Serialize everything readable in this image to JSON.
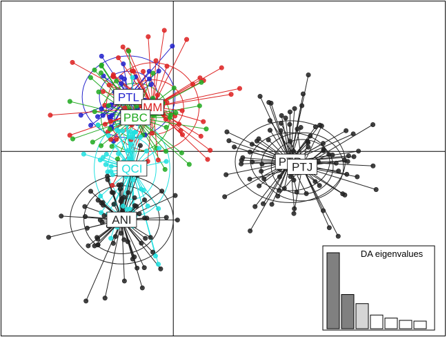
{
  "chart_data": {
    "type": "scatter",
    "axes": {
      "crosshair_x": 0,
      "crosshair_y": 0,
      "xlim": [
        -5.0,
        7.9
      ],
      "ylim": [
        -5.4,
        4.4
      ],
      "grid": false
    },
    "groups": [
      {
        "label": "PTL",
        "color": "#2222cc",
        "centroid": [
          -1.3,
          1.6
        ],
        "spread": [
          0.55,
          0.75
        ],
        "n": 45,
        "ellipse_inner": [
          0.85,
          0.75
        ],
        "ellipse_outer": [
          1.35,
          1.2
        ],
        "seed": 11
      },
      {
        "label": "MM",
        "color": "#dd2222",
        "centroid": [
          -0.6,
          1.3
        ],
        "spread": [
          1.1,
          0.9
        ],
        "n": 55,
        "ellipse_inner": [
          0.9,
          0.8
        ],
        "ellipse_outer": [
          1.35,
          1.3
        ],
        "seed": 23
      },
      {
        "label": "PBC",
        "color": "#22aa22",
        "centroid": [
          -1.1,
          1.0
        ],
        "spread": [
          0.9,
          0.8
        ],
        "n": 40,
        "ellipse_inner": [
          0.6,
          0.6
        ],
        "ellipse_outer": [
          1.0,
          1.0
        ],
        "seed": 37
      },
      {
        "label": "QCI",
        "color": "#22e0e0",
        "centroid": [
          -1.2,
          -0.5
        ],
        "spread": [
          0.6,
          1.1
        ],
        "n": 55,
        "ellipse_inner": [
          0.7,
          0.9
        ],
        "ellipse_outer": [
          1.1,
          1.4
        ],
        "seed": 41
      },
      {
        "label": "ANI",
        "color": "#222222",
        "centroid": [
          -1.5,
          -2.0
        ],
        "spread": [
          0.8,
          1.0
        ],
        "n": 70,
        "ellipse_inner": [
          1.1,
          1.0
        ],
        "ellipse_outer": [
          1.5,
          1.3
        ],
        "seed": 53
      },
      {
        "label": "PTR",
        "color": "#222222",
        "centroid": [
          3.4,
          -0.3
        ],
        "spread": [
          1.1,
          1.0
        ],
        "n": 65,
        "ellipse_inner": [
          1.15,
          0.85
        ],
        "ellipse_outer": [
          1.6,
          1.2
        ],
        "seed": 67
      },
      {
        "label": "PTJ",
        "color": "#222222",
        "centroid": [
          3.75,
          -0.45
        ],
        "spread": [
          1.0,
          1.0
        ],
        "n": 25,
        "ellipse_inner": [
          0.9,
          0.8
        ],
        "ellipse_outer": [
          1.2,
          1.0
        ],
        "seed": 79
      }
    ],
    "eigenvalues": {
      "title": "DA eigenvalues",
      "values": [
        100,
        45,
        33,
        18,
        14,
        11,
        10
      ],
      "bar_colors": [
        "#808080",
        "#808080",
        "#d6d6d6",
        "#ffffff",
        "#ffffff",
        "#ffffff",
        "#ffffff"
      ]
    }
  }
}
